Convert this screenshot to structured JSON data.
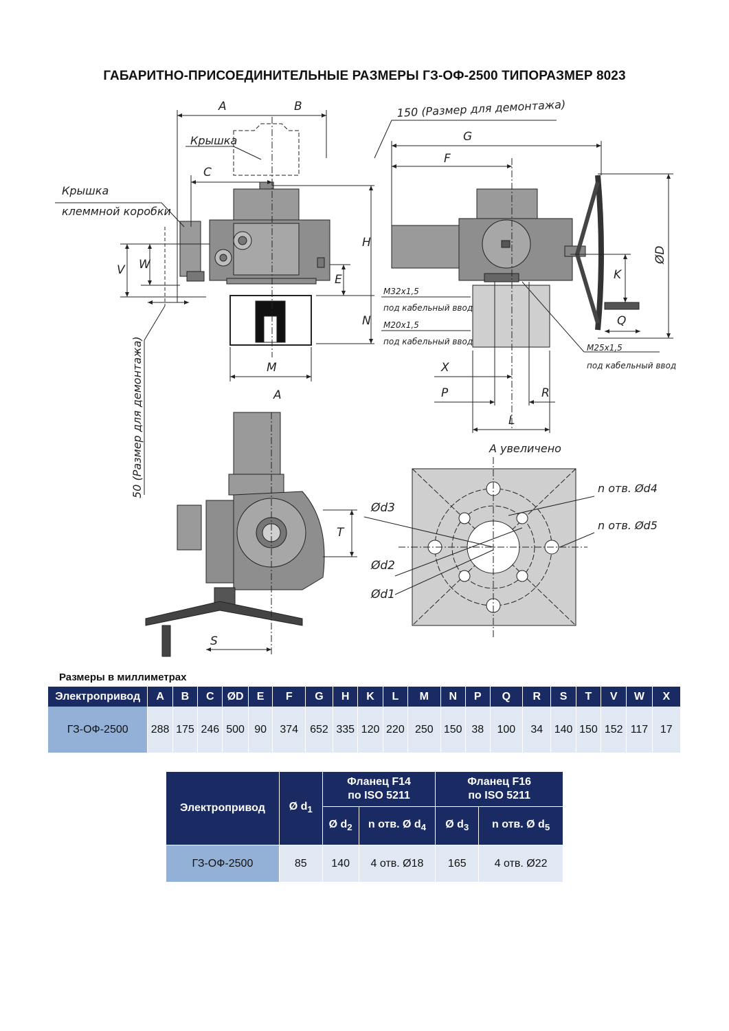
{
  "title": "ГАБАРИТНО-ПРИСОЕДИНИТЕЛЬНЫЕ РАЗМЕРЫ ГЗ-ОФ-2500 ТИПОРАЗМЕР 8023",
  "drawing": {
    "labels": {
      "A": "A",
      "B": "B",
      "C": "C",
      "G": "G",
      "F": "F",
      "H": "H",
      "E": "E",
      "N": "N",
      "M": "M",
      "V": "V",
      "W": "W",
      "D": "ØD",
      "K": "K",
      "Q": "Q",
      "X": "X",
      "P": "P",
      "R": "R",
      "L": "L",
      "T": "T",
      "S": "S",
      "arrow_a": "A",
      "d1": "Ød1",
      "d2": "Ød2",
      "d3": "Ød3",
      "d4": "n отв. Ød4",
      "d5": "n отв. Ød5"
    },
    "notes": {
      "cover": "Крышка",
      "terminal_cover_1": "Крышка",
      "terminal_cover_2": "клеммной коробки",
      "dismount_150": "150 (Размер для демонтажа)",
      "dismount_50": "50 (Размер для демонтажа)",
      "m32": "M32x1,5",
      "m32_sub": "под кабельный ввод",
      "m20": "M20x1,5",
      "m20_sub": "под кабельный ввод",
      "m25": "M25x1,5",
      "m25_sub": "под кабельный ввод",
      "view_a": "A увеличено"
    }
  },
  "units_caption": "Размеры в миллиметрах",
  "dims_table": {
    "headers": [
      "Электропривод",
      "A",
      "B",
      "C",
      "ØD",
      "E",
      "F",
      "G",
      "H",
      "K",
      "L",
      "M",
      "N",
      "P",
      "Q",
      "R",
      "S",
      "T",
      "V",
      "W",
      "X"
    ],
    "row": [
      "ГЗ-ОФ-2500",
      "288",
      "175",
      "246",
      "500",
      "90",
      "374",
      "652",
      "335",
      "120",
      "220",
      "250",
      "150",
      "38",
      "100",
      "34",
      "140",
      "150",
      "152",
      "117",
      "17"
    ]
  },
  "flange_table": {
    "model_header": "Электропривод",
    "d1_header": "Ø d",
    "d1_sub": "1",
    "f14_header": "Фланец F14 по ISO 5211",
    "f16_header": "Фланец F16 по ISO 5211",
    "sub_headers": [
      {
        "text": "Ø d",
        "sub": "2"
      },
      {
        "text": "n отв. Ø d",
        "sub": "4"
      },
      {
        "text": "Ø d",
        "sub": "3"
      },
      {
        "text": "n отв. Ø d",
        "sub": "5"
      }
    ],
    "row": [
      "ГЗ-ОФ-2500",
      "85",
      "140",
      "4 отв. Ø18",
      "165",
      "4 отв. Ø22"
    ]
  }
}
